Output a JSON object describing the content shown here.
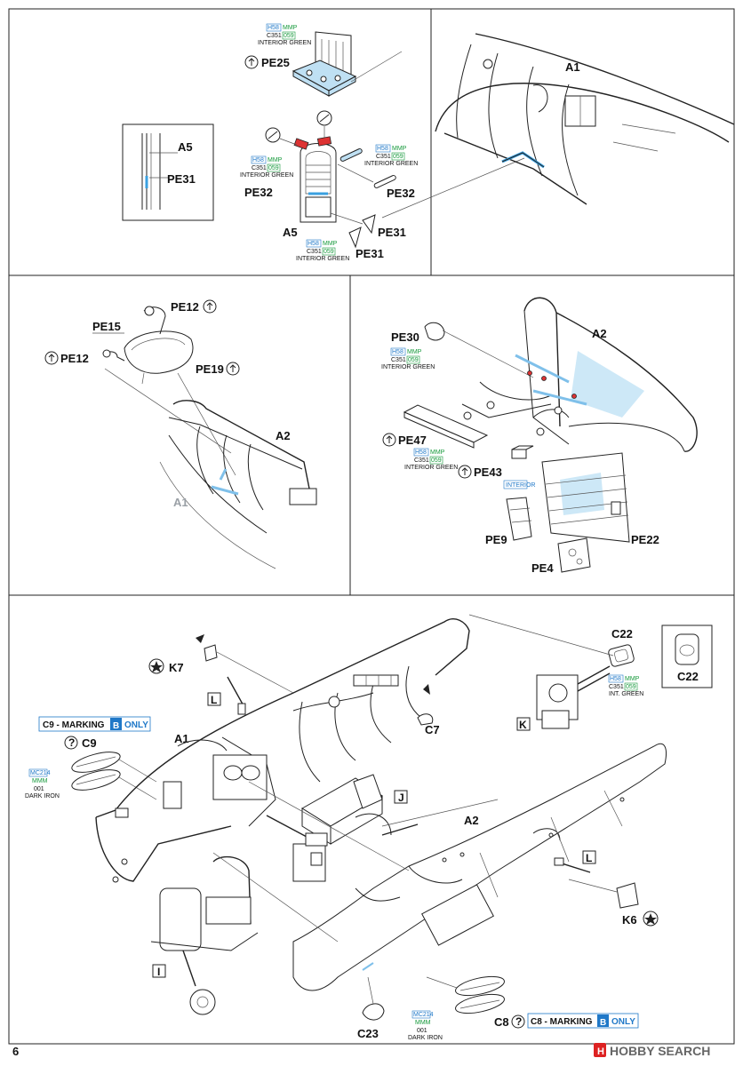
{
  "page_number": "6",
  "watermark": {
    "brand": "HOBBY SEARCH"
  },
  "panel1": {
    "colors": [
      {
        "h": "H58",
        "m": "MMP",
        "c": "C351",
        "n": "059",
        "name": "INTERIOR GREEN"
      },
      {
        "h": "H58",
        "m": "MMP",
        "c": "C351",
        "n": "059",
        "name": "INTERIOR GREEN"
      },
      {
        "h": "H58",
        "m": "MMP",
        "c": "C351",
        "n": "059",
        "name": "INTERIOR GREEN"
      },
      {
        "h": "H58",
        "m": "MMP",
        "c": "C351",
        "n": "059",
        "name": "INTERIOR GREEN"
      }
    ],
    "labels": {
      "pe25": "PE25",
      "pe32a": "PE32",
      "pe32b": "PE32",
      "a5": "A5",
      "pe31a": "PE31",
      "pe31b": "PE31",
      "inset_a5": "A5",
      "inset_pe31": "PE31",
      "a1": "A1"
    }
  },
  "panel2": {
    "labels": {
      "pe12a": "PE12",
      "pe15": "PE15",
      "pe12b": "PE12",
      "pe19": "PE19",
      "a2": "A2",
      "a1": "A1"
    }
  },
  "panel3": {
    "labels": {
      "pe30": "PE30",
      "a2": "A2",
      "pe47": "PE47",
      "pe43": "PE43",
      "interior": "INTERIOR",
      "pe9": "PE9",
      "pe22": "PE22",
      "pe4": "PE4"
    },
    "colors": [
      {
        "h": "H58",
        "m": "MMP",
        "c": "C351",
        "n": "059",
        "name": "INTERIOR GREEN"
      },
      {
        "h": "H58",
        "m": "MMP",
        "c": "C351",
        "n": "059",
        "name": "INTERIOR GREEN"
      }
    ]
  },
  "panel4": {
    "labels": {
      "k7": "K7",
      "l1": "L",
      "c9_marking": "C9 - MARKING",
      "marking_b1": "B",
      "only1": "ONLY",
      "c9": "C9",
      "a1": "A1",
      "c7": "C7",
      "c22": "C22",
      "c22_inset": "C22",
      "k": "K",
      "j": "J",
      "a2": "A2",
      "l2": "L",
      "k6": "K6",
      "i": "I",
      "c8": "C8",
      "c8_marking": "C8 - MARKING",
      "marking_b2": "B",
      "only2": "ONLY",
      "c23": "C23"
    },
    "colors": [
      {
        "h": "MC214",
        "m": "MMM",
        "n": "001",
        "name": "DARK IRON"
      },
      {
        "h": "H58",
        "m": "MMP",
        "c": "C351",
        "n": "059",
        "name": "INT. GREEN"
      },
      {
        "h": "MC214",
        "m": "MMM",
        "n": "001",
        "name": "DARK IRON"
      }
    ]
  }
}
